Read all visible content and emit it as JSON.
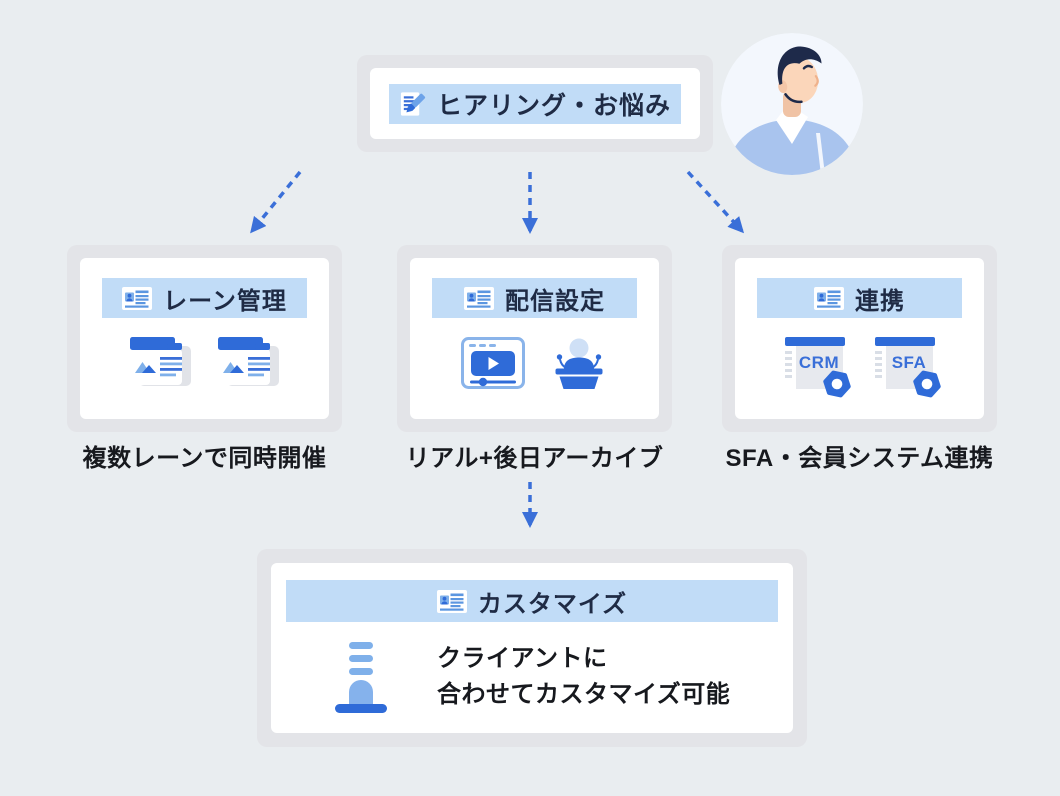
{
  "diagram": {
    "top": {
      "label": "ヒアリング・お悩み"
    },
    "steps": [
      {
        "label": "レーン管理",
        "caption": "複数レーンで同時開催"
      },
      {
        "label": "配信設定",
        "caption": "リアル+後日アーカイブ"
      },
      {
        "label": "連携",
        "caption": "SFA・会員システム連携",
        "systems": [
          "CRM",
          "SFA"
        ]
      }
    ],
    "bottom": {
      "label": "カスタマイズ",
      "description": [
        "クライアントに",
        "合わせてカスタマイズ可能"
      ]
    }
  },
  "icons": {
    "top_banner": "document-pencil-icon",
    "step_banner": "id-card-icon",
    "lane": "webpage-card-icon",
    "delivery": [
      "video-player-icon",
      "presenter-podium-icon"
    ],
    "integration": "system-document-gear-icon",
    "customize": "beacon-icon",
    "avatar": "consultant-avatar"
  },
  "colors": {
    "page_bg": "#e9edf0",
    "panel_bg": "#e3e4e8",
    "card_bg": "#ffffff",
    "banner_bg": "#c1dcf7",
    "accent_blue": "#2f6bd8",
    "arrow_blue": "#3a6fd8",
    "light_blue": "#7fb0ea",
    "pale_blue": "#cfe0f6",
    "title_text": "#1f2b45",
    "caption_text": "#17191e"
  }
}
